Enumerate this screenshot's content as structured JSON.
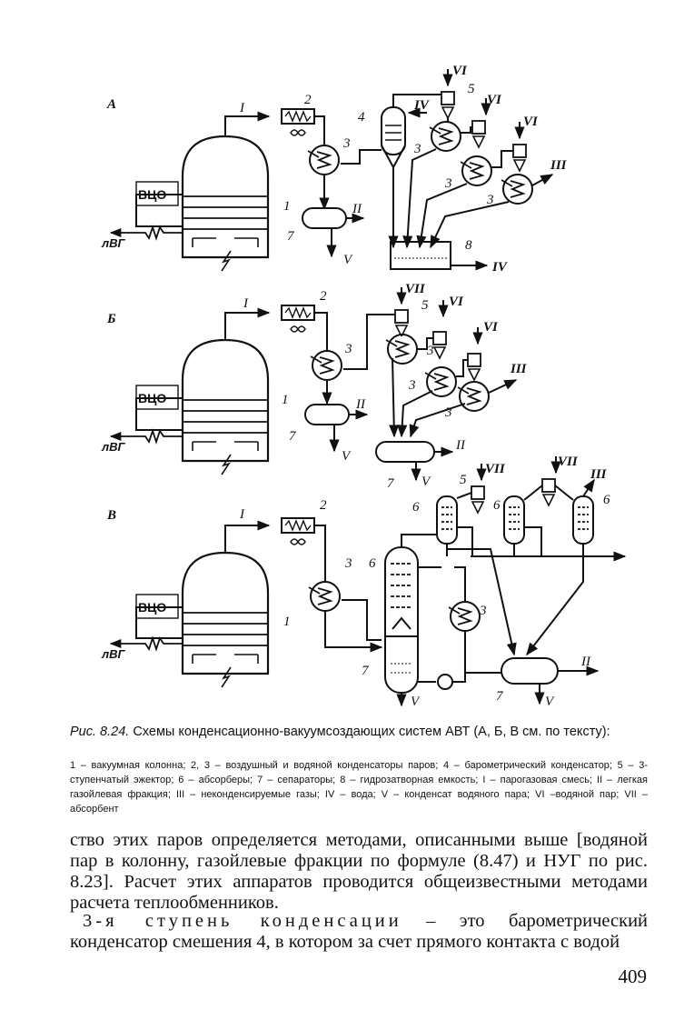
{
  "figure": {
    "panels": [
      {
        "letter": "А",
        "vco": "ВЦО",
        "lvg": "лВГ"
      },
      {
        "letter": "Б",
        "vco": "ВЦО",
        "lvg": "лВГ"
      },
      {
        "letter": "В",
        "vco": "ВЦО",
        "lvg": "лВГ"
      }
    ],
    "labels": {
      "n1": "1",
      "n2": "2",
      "n3": "3",
      "n4": "4",
      "n5": "5",
      "n6": "6",
      "n7": "7",
      "n8": "8",
      "I": "I",
      "II": "II",
      "III": "III",
      "IV": "IV",
      "V": "V",
      "VI": "VI",
      "VII": "VII"
    }
  },
  "caption": {
    "figure_number": "Рис. 8.24.",
    "title": "Схемы конденсационно-вакуумсоздающих систем АВТ (А, Б, В   см. по тексту):",
    "legend": "1 – вакуумная колонна; 2, 3 – воздушный и водяной конденсаторы паров; 4 – барометрический конденсатор; 5 – 3-ступенчатый эжектор; 6 – абсорберы; 7 – сепараторы; 8 – гидрозатворная емкость; I – парогазовая смесь; II – легкая газойлевая фракция; III – неконденсируемые газы; IV – вода; V – конденсат водяного пара; VI –водяной пар; VII – абсорбент"
  },
  "body": {
    "paragraph1": "ство этих паров определяется методами, описанными выше [водяной пар в колонну, газойлевые фракции по формуле (8.47) и НУГ по рис. 8.23]. Расчет этих аппаратов проводится общеизвестными методами расчета теплообменников.",
    "paragraph2_lead": "3-я ступень конденсации",
    "paragraph2_rest": " – это барометрический конденсатор смешения 4, в котором за счет прямого контакта с водой"
  },
  "page_number": "409"
}
